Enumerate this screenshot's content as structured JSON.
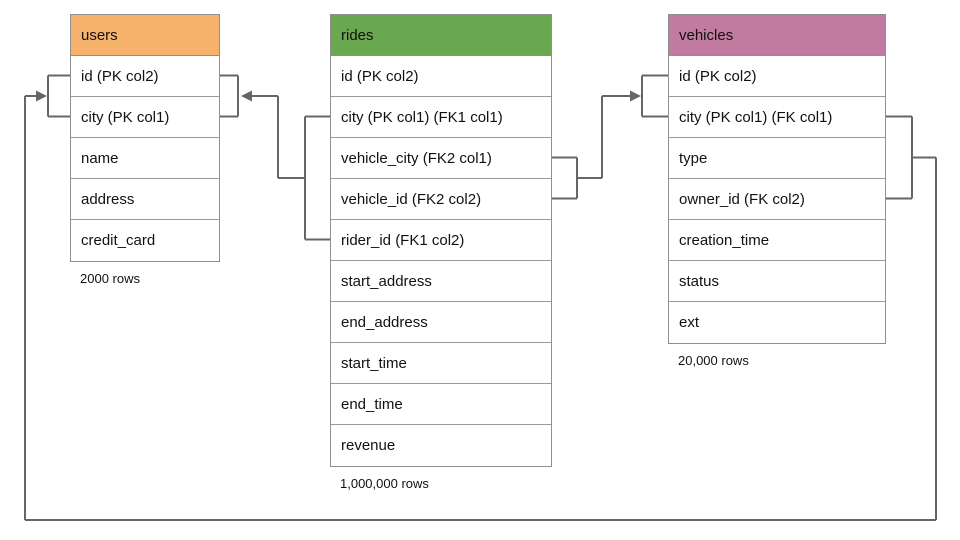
{
  "diagram": {
    "title": "database schema diagram",
    "colors": {
      "users_header": "#f6b26b",
      "rides_header": "#6aa84f",
      "vehicles_header": "#c27ba0",
      "connector": "#666666",
      "table_border": "#8f8f8f"
    },
    "tables": [
      {
        "name": "users",
        "columns": [
          "id (PK col2)",
          "city (PK col1)",
          "name",
          "address",
          "credit_card"
        ],
        "row_count": "2000 rows"
      },
      {
        "name": "rides",
        "columns": [
          "id (PK col2)",
          "city (PK col1) (FK1 col1)",
          "vehicle_city (FK2 col1)",
          "vehicle_id (FK2 col2)",
          "rider_id (FK1 col2)",
          "start_address",
          "end_address",
          "start_time",
          "end_time",
          "revenue"
        ],
        "row_count": "1,000,000 rows"
      },
      {
        "name": "vehicles",
        "columns": [
          "id (PK col2)",
          "city (PK col1) (FK col1)",
          "type",
          "owner_id (FK col2)",
          "creation_time",
          "status",
          "ext"
        ],
        "row_count": "20,000 rows"
      }
    ]
  }
}
